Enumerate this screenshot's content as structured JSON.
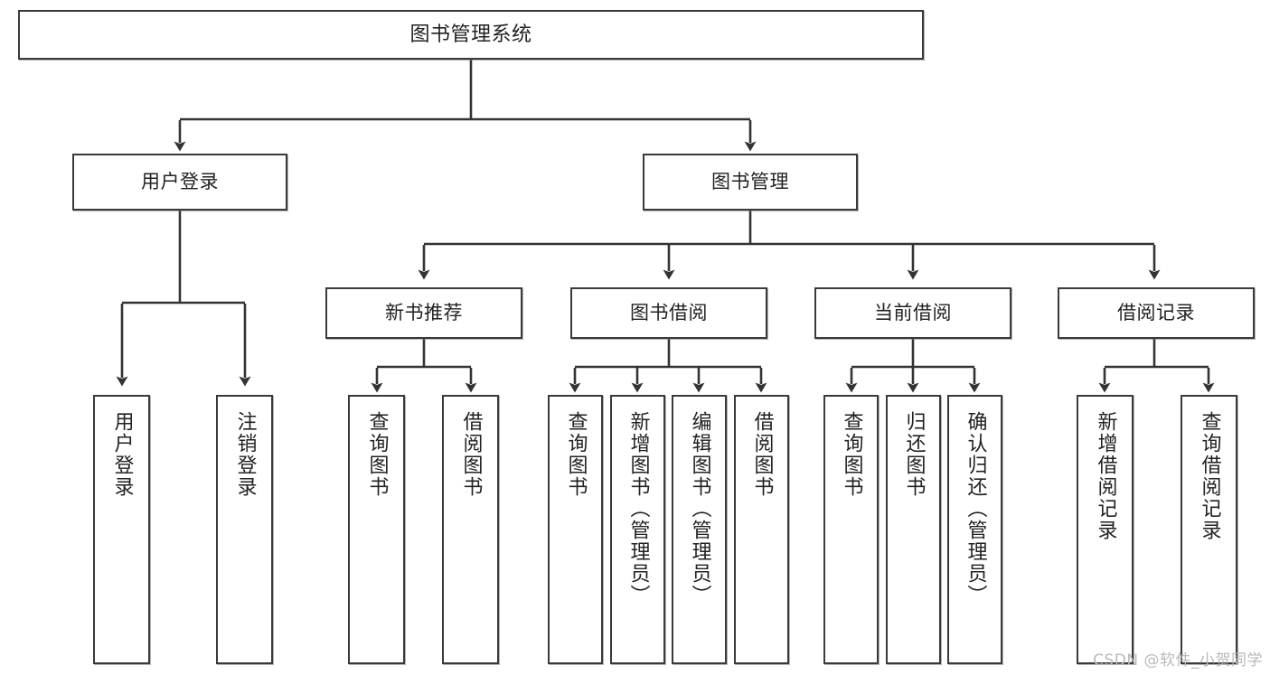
{
  "diagram": {
    "title": "图书管理系统",
    "type": "tree",
    "watermark": "CSDN @软件_小贺同学",
    "colors": {
      "box_border": "#3a3a3a",
      "box_fill": "#ffffff",
      "text": "#222222",
      "connector": "#333333",
      "watermark": "#b9b9b9",
      "background": "#ffffff"
    }
  },
  "nodes": {
    "root": {
      "label": "图书管理系统"
    },
    "level2": [
      {
        "id": "user-login",
        "label": "用户登录"
      },
      {
        "id": "book-manage",
        "label": "图书管理"
      }
    ],
    "level3": [
      {
        "id": "new-book-recommend",
        "label": "新书推荐"
      },
      {
        "id": "book-borrow",
        "label": "图书借阅"
      },
      {
        "id": "current-borrow",
        "label": "当前借阅"
      },
      {
        "id": "borrow-record",
        "label": "借阅记录"
      }
    ],
    "leaves": {
      "user_login": [
        {
          "id": "leaf-user-login",
          "label": "用户登录"
        },
        {
          "id": "leaf-logout-login",
          "label": "注销登录"
        }
      ],
      "new_book_recommend": [
        {
          "id": "leaf-query-book-1",
          "label": "查询图书"
        },
        {
          "id": "leaf-borrow-book-1",
          "label": "借阅图书"
        }
      ],
      "book_borrow": [
        {
          "id": "leaf-query-book-2",
          "label": "查询图书"
        },
        {
          "id": "leaf-add-book",
          "label": "新增图书（管理员）"
        },
        {
          "id": "leaf-edit-book",
          "label": "编辑图书（管理员）"
        },
        {
          "id": "leaf-borrow-book-2",
          "label": "借阅图书"
        }
      ],
      "current_borrow": [
        {
          "id": "leaf-query-book-3",
          "label": "查询图书"
        },
        {
          "id": "leaf-return-book",
          "label": "归还图书"
        },
        {
          "id": "leaf-confirm-return",
          "label": "确认归还（管理员）"
        }
      ],
      "borrow_record": [
        {
          "id": "leaf-add-record",
          "label": "新增借阅记录"
        },
        {
          "id": "leaf-query-record",
          "label": "查询借阅记录"
        }
      ]
    }
  }
}
